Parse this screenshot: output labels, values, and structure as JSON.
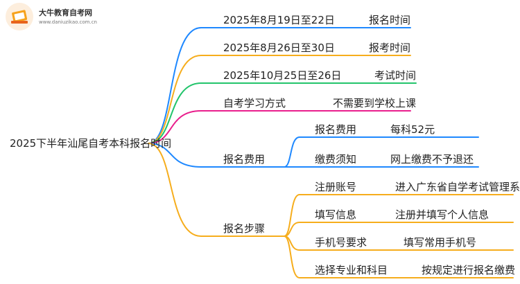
{
  "logo": {
    "name": "大牛教育自考网",
    "url": "www.daniuzikao.com.cn"
  },
  "root": "2025下半年汕尾自考本科报名时间",
  "branches": [
    {
      "key": "2025年8月19日至22日",
      "value": "报名时间",
      "color": "#1e88ff"
    },
    {
      "key": "2025年8月26日至30日",
      "value": "报考时间",
      "color": "#f6ad1c"
    },
    {
      "key": "2025年10月25日至26日",
      "value": "考试时间",
      "color": "#22c46b"
    },
    {
      "key": "自考学习方式",
      "value": "不需要到学校上课",
      "color": "#e91e8c"
    },
    {
      "key": "报名费用",
      "color": "#1e88ff",
      "children": [
        {
          "key": "报名费用",
          "value": "每科52元"
        },
        {
          "key": "缴费须知",
          "value": "网上缴费不予退还"
        }
      ]
    },
    {
      "key": "报名步骤",
      "color": "#f6ad1c",
      "children": [
        {
          "key": "注册账号",
          "value": "进入广东省自学考试管理系统"
        },
        {
          "key": "填写信息",
          "value": "注册并填写个人信息"
        },
        {
          "key": "手机号要求",
          "value": "填写常用手机号"
        },
        {
          "key": "选择专业和科目",
          "value": "按规定进行报名缴费"
        }
      ]
    }
  ]
}
